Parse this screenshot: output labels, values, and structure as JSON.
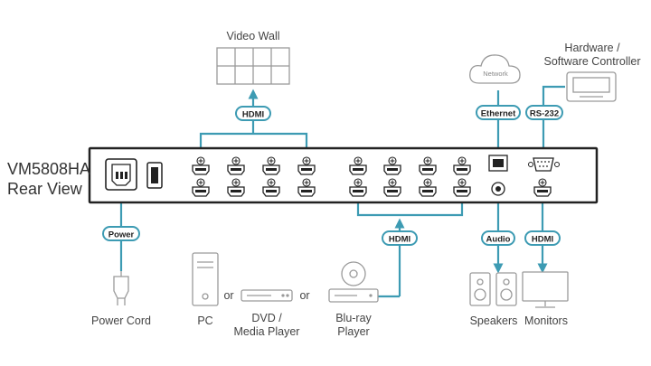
{
  "device": {
    "model": "VM5808HA",
    "view": "Rear View"
  },
  "labels": {
    "video_wall": "Video Wall",
    "controller_line1": "Hardware /",
    "controller_line2": "Software Controller",
    "network": "Network",
    "power_cord": "Power Cord",
    "pc": "PC",
    "or1": "or",
    "or2": "or",
    "dvd_line1": "DVD /",
    "dvd_line2": "Media Player",
    "bluray_line1": "Blu-ray",
    "bluray_line2": "Player",
    "speakers": "Speakers",
    "monitors": "Monitors"
  },
  "connectors": {
    "hdmi_top": "HDMI",
    "ethernet": "Ethernet",
    "rs232": "RS-232",
    "power": "Power",
    "hdmi_input": "HDMI",
    "audio": "Audio",
    "hdmi_output": "HDMI"
  },
  "colors": {
    "cable": "#3d9bb3",
    "pill_fill": "#ffffff",
    "pill_stroke": "#3d9bb3",
    "device_border": "#222222",
    "icon_stroke": "#9a9a9a"
  }
}
